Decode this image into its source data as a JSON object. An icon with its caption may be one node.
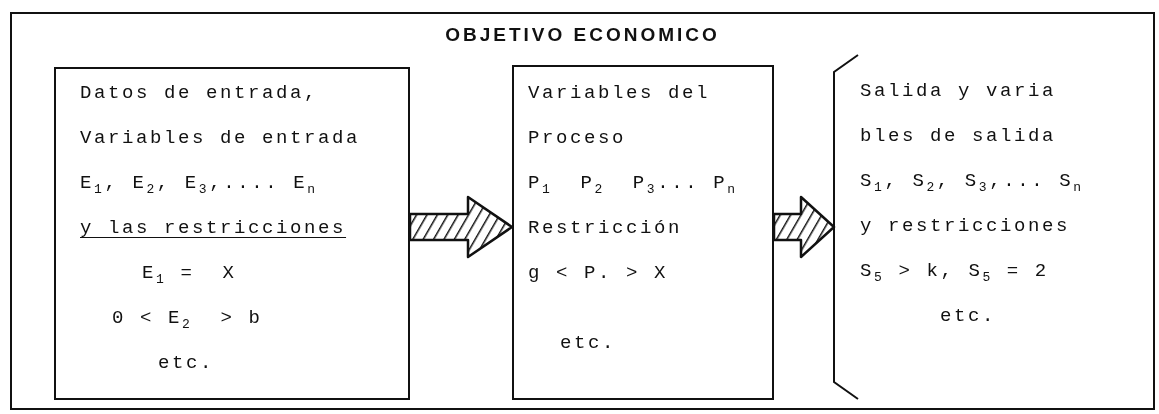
{
  "diagram": {
    "nodes": [
      {
        "text": [
          "OBJETIVO ECONOMICO"
        ]
      },
      {
        "text": [
          "Datos de entrada,",
          "Variables de entrada",
          "E$_{1}$, E$_{2}$, E$_{3}$,.... E$_{n}$",
          "y las restricciones",
          "E$_{1}$ =  X",
          "0 < E$_{2}$  > b",
          "etc."
        ],
        "in": 0
      },
      {
        "text": [
          "Variables del",
          "Proceso",
          "P$_{1}$  P$_{2}$  P$_{3}$... P$_{n}$",
          "Restricción",
          "g < P. > X",
          "etc."
        ],
        "in": 0
      },
      {
        "text": [
          "Salida y varia",
          "bles de salida",
          "S$_{1}$, S$_{2}$, S$_{3}$,... S$_{n}$",
          "y restricciones",
          "S$_{5}$ > k, S$_{5}$ = 2",
          "etc."
        ],
        "in": 0
      }
    ],
    "edges": [
      {
        "from": 1,
        "to": 2,
        "arrow": "to",
        "style": "thick"
      },
      {
        "from": 2,
        "to": 3,
        "arrow": "to",
        "style": "thick"
      }
    ]
  }
}
